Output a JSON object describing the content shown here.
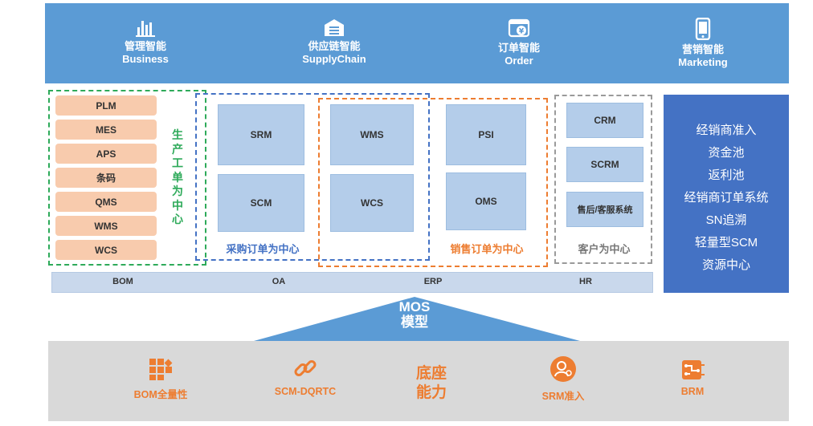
{
  "top": {
    "pillars": [
      {
        "icon": "bar-chart-icon",
        "cn": "管理智能",
        "en": "Business"
      },
      {
        "icon": "warehouse-icon",
        "cn": "供应链智能",
        "en": "SupplyChain"
      },
      {
        "icon": "yen-order-icon",
        "cn": "订单智能",
        "en": "Order"
      },
      {
        "icon": "mobile-phone-icon",
        "cn": "营销智能",
        "en": "Marketing"
      }
    ]
  },
  "production": {
    "items": [
      "PLM",
      "MES",
      "APS",
      "条码",
      "QMS",
      "WMS",
      "WCS"
    ],
    "label": "生产工单为中心",
    "label_color": "#2eaa5a"
  },
  "purchase": {
    "boxes": [
      "SRM",
      "SCM"
    ],
    "label": "采购订单为中心",
    "color": "#4472c4"
  },
  "logistics": {
    "boxes": [
      "WMS",
      "WCS"
    ]
  },
  "sales": {
    "boxes": [
      "PSI",
      "OMS"
    ],
    "label": "销售订单为中心",
    "color": "#ed7d31"
  },
  "customer": {
    "boxes": [
      "CRM",
      "SCRM",
      "售后/客服系统"
    ],
    "label": "客户为中心",
    "color": "#9a9a9a"
  },
  "right_panel": {
    "items": [
      "经销商准入",
      "资金池",
      "返利池",
      "经销商订单系统",
      "SN追溯",
      "轻量型SCM",
      "资源中心"
    ],
    "color": "#4472c4"
  },
  "base": {
    "items": [
      "BOM",
      "OA",
      "ERP",
      "HR"
    ]
  },
  "mos": {
    "line1": "MOS",
    "line2": "模型"
  },
  "capabilities": {
    "items": [
      {
        "icon": "grid-blocks-icon",
        "label": "BOM全量性"
      },
      {
        "icon": "chain-link-icon",
        "label": "SCM-DQRTC"
      },
      {
        "icon": "user-circle-icon",
        "label": "SRM准入"
      },
      {
        "icon": "circuit-icon",
        "label": "BRM"
      }
    ],
    "center_line1": "底座",
    "center_line2": "能力",
    "accent": "#ed7d31"
  }
}
